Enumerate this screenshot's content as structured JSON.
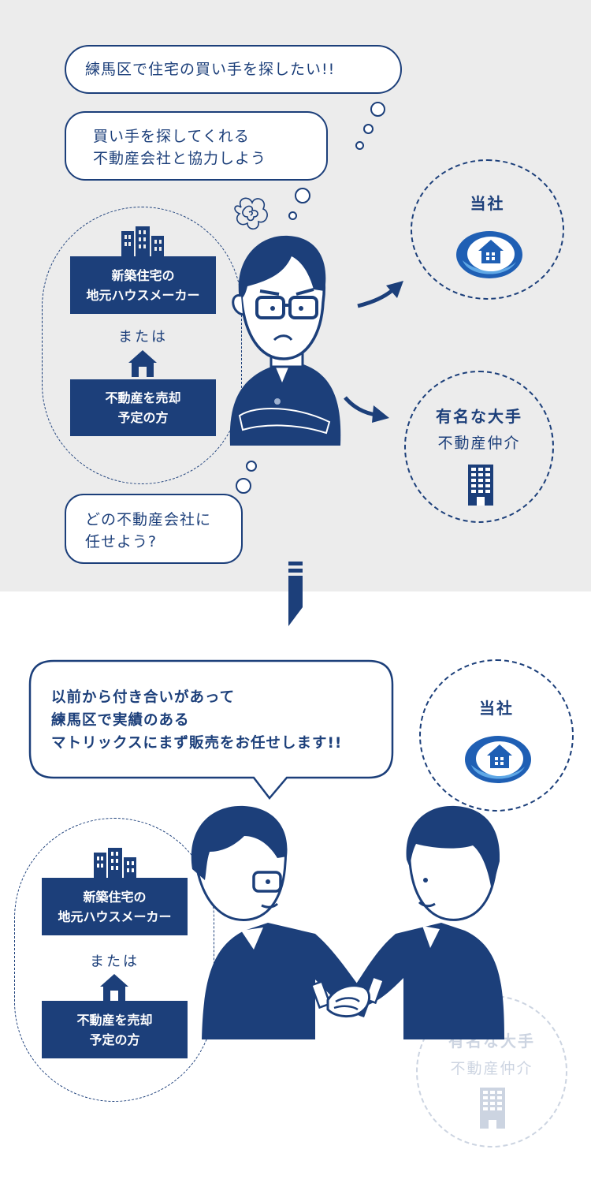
{
  "top": {
    "bubble_1": "練馬区で住宅の買い手を探したい!!",
    "bubble_2_line1": "買い手を探してくれる",
    "bubble_2_line2": "不動産会社と協力しよう",
    "bubble_3_line1": "どの不動産会社に",
    "bubble_3_line2": "任せよう?",
    "box_builder_line1": "新築住宅の",
    "box_builder_line2": "地元ハウスメーカー",
    "or_label": "または",
    "box_seller_line1": "不動産を売却",
    "box_seller_line2": "予定の方",
    "our_company": "当社",
    "major_line1": "有名な大手",
    "major_line2": "不動産仲介"
  },
  "bottom": {
    "speech_line1": "以前から付き合いがあって",
    "speech_line2": "練馬区で実績のある",
    "speech_line3": "マトリックスにまず販売をお任せします!!",
    "box_builder_line1": "新築住宅の",
    "box_builder_line2": "地元ハウスメーカー",
    "or_label": "または",
    "box_seller_line1": "不動産を売却",
    "box_seller_line2": "予定の方",
    "our_company": "当社",
    "major_line1": "有名な大手",
    "major_line2": "不動産仲介"
  },
  "icons": [
    "building-icon",
    "house-icon",
    "company-logo-icon",
    "office-tower-icon",
    "arrow-icon",
    "down-arrow-icon"
  ],
  "colors": {
    "navy": "#1c3f7a",
    "background_top": "#ececec",
    "logo_blue": "#1f5fb4"
  }
}
